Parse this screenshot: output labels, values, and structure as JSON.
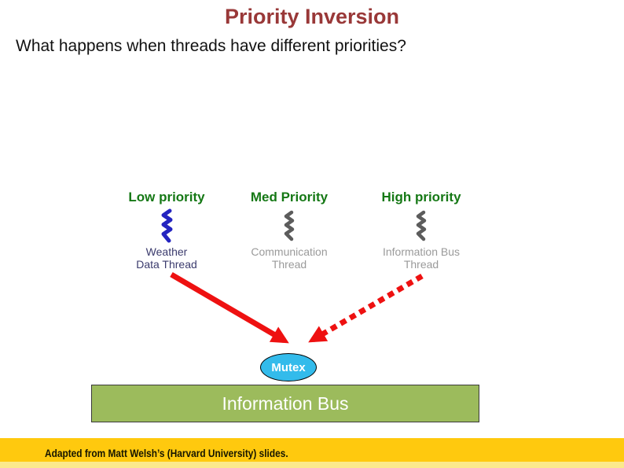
{
  "slide": {
    "title": "Priority Inversion",
    "subtitle": "What happens when threads have different priorities?",
    "footer": "Adapted from Matt Welsh’s (Harvard University) slides."
  },
  "columns": [
    {
      "priority": "Low priority",
      "thread_line1": "Weather",
      "thread_line2": "Data Thread"
    },
    {
      "priority": "Med Priority",
      "thread_line1": "Communication",
      "thread_line2": "Thread"
    },
    {
      "priority": "High priority",
      "thread_line1": "Information Bus",
      "thread_line2": "Thread"
    }
  ],
  "diagram": {
    "mutex_label": "Mutex",
    "bus_label": "Information Bus",
    "solid_arrow_from": "Weather Data Thread",
    "solid_arrow_to": "Mutex",
    "dashed_arrow_from": "Information Bus Thread",
    "dashed_arrow_to": "Mutex"
  },
  "colors": {
    "title_red": "#993838",
    "priority_green": "#157815",
    "low_thread_navy": "#3B3B6D",
    "thread_gray": "#9A9A9A",
    "squiggle_blue": "#2424C0",
    "squiggle_gray": "#5C5C5C",
    "arrow_red": "#EE1111",
    "mutex_blue": "#33BBEB",
    "bus_green": "#9CBB5C",
    "footer_gold": "#FFC90E"
  }
}
